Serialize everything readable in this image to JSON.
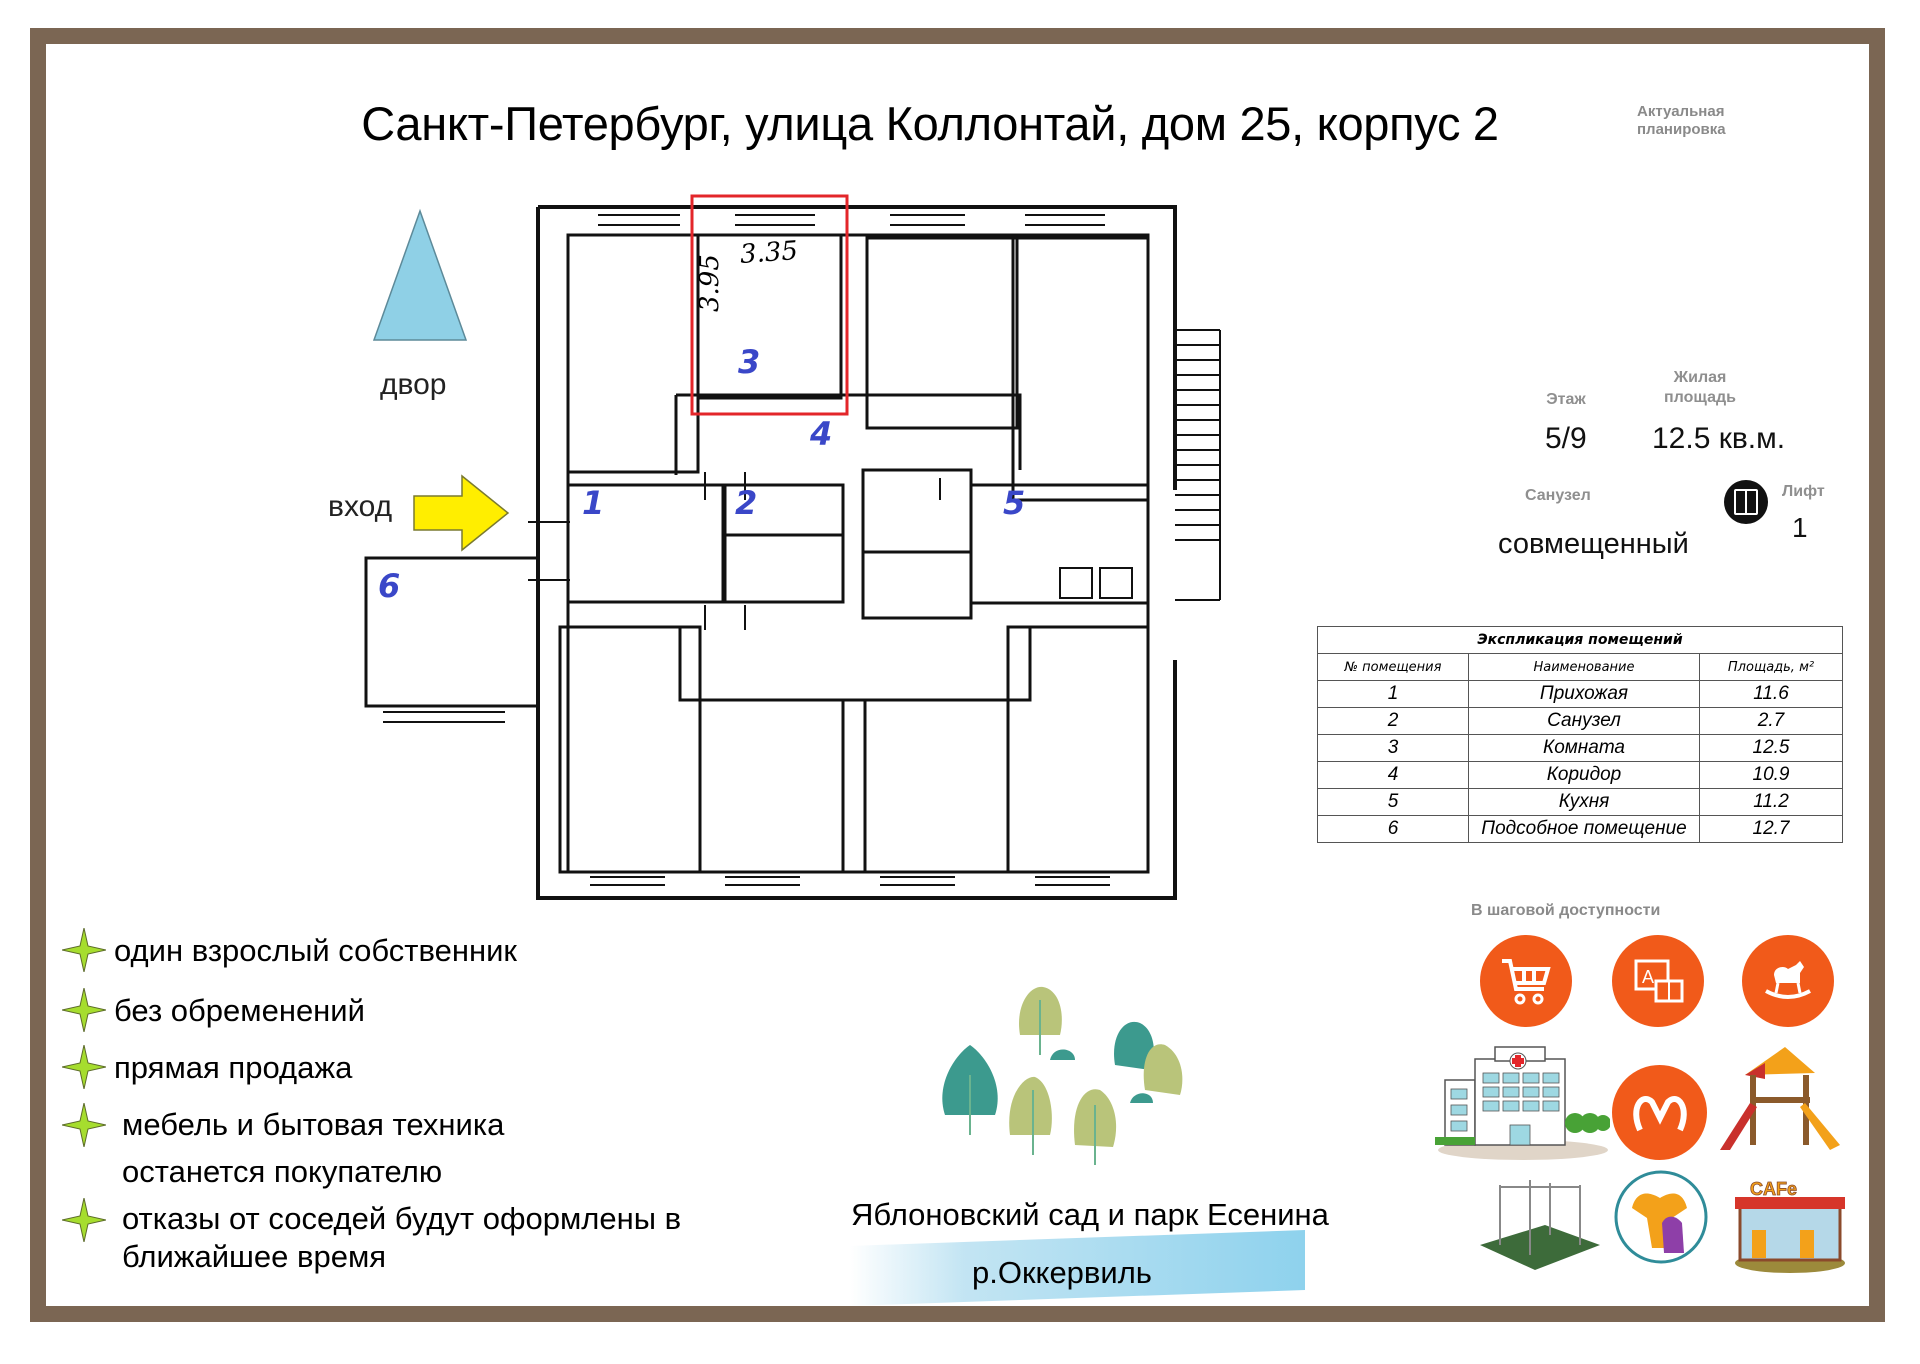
{
  "header": {
    "title": "Санкт-Петербург, улица Коллонтай, дом 25, корпус 2",
    "badge": [
      "Актуальная",
      "планировка"
    ]
  },
  "plan": {
    "compass_label": "двор",
    "entrance_label": "вход",
    "dimensions": {
      "width": "3.35",
      "length": "3.95"
    },
    "room_numbers": [
      "1",
      "2",
      "3",
      "4",
      "5",
      "6"
    ],
    "highlight_color": "#e3262a",
    "number_color": "#3a47c8",
    "arrow_color": "#ffee00",
    "compass_color": "#8fd0e6"
  },
  "info": {
    "floor_label": "Этаж",
    "floor_value": "5/9",
    "area_label": [
      "Жилая",
      "площадь"
    ],
    "area_value": "12.5 кв.м.",
    "bathroom_label": "Санузел",
    "bathroom_value": "совмещенный",
    "elevator_label": "Лифт",
    "elevator_value": "1",
    "elevator_icon": "elevator-icon"
  },
  "explication": {
    "caption": "Экспликация помещений",
    "headers": [
      "№ помещения",
      "Наименование",
      "Площадь, м²"
    ],
    "rows": [
      {
        "num": "1",
        "name": "Прихожая",
        "area": "11.6"
      },
      {
        "num": "2",
        "name": "Санузел",
        "area": "2.7"
      },
      {
        "num": "3",
        "name": "Комната",
        "area": "12.5"
      },
      {
        "num": "4",
        "name": "Коридор",
        "area": "10.9"
      },
      {
        "num": "5",
        "name": "Кухня",
        "area": "11.2"
      },
      {
        "num": "6",
        "name": "Подсобное помещение",
        "area": "12.7"
      }
    ]
  },
  "nearby": {
    "title": "В шаговой доступности",
    "accent_color": "#f15a1a",
    "icons": [
      "shopping-cart-icon",
      "school-icon",
      "kindergarten-rocking-horse-icon",
      "hospital-icon",
      "metro-icon",
      "playground-icon",
      "workout-area-icon",
      "fitness-icon",
      "cafe-icon"
    ],
    "cafe_sign": "CAFe"
  },
  "features": [
    {
      "lines": [
        "один взрослый собственник"
      ]
    },
    {
      "lines": [
        "без обременений"
      ]
    },
    {
      "lines": [
        "прямая продажа"
      ]
    },
    {
      "lines": [
        "мебель и бытовая техника",
        "останется  покупателю"
      ]
    },
    {
      "lines": [
        "отказы от соседей будут оформлены в",
        "ближайшее время"
      ]
    }
  ],
  "park": {
    "label": "Яблоновский сад и парк Есенина",
    "river": "р.Оккервиль"
  }
}
